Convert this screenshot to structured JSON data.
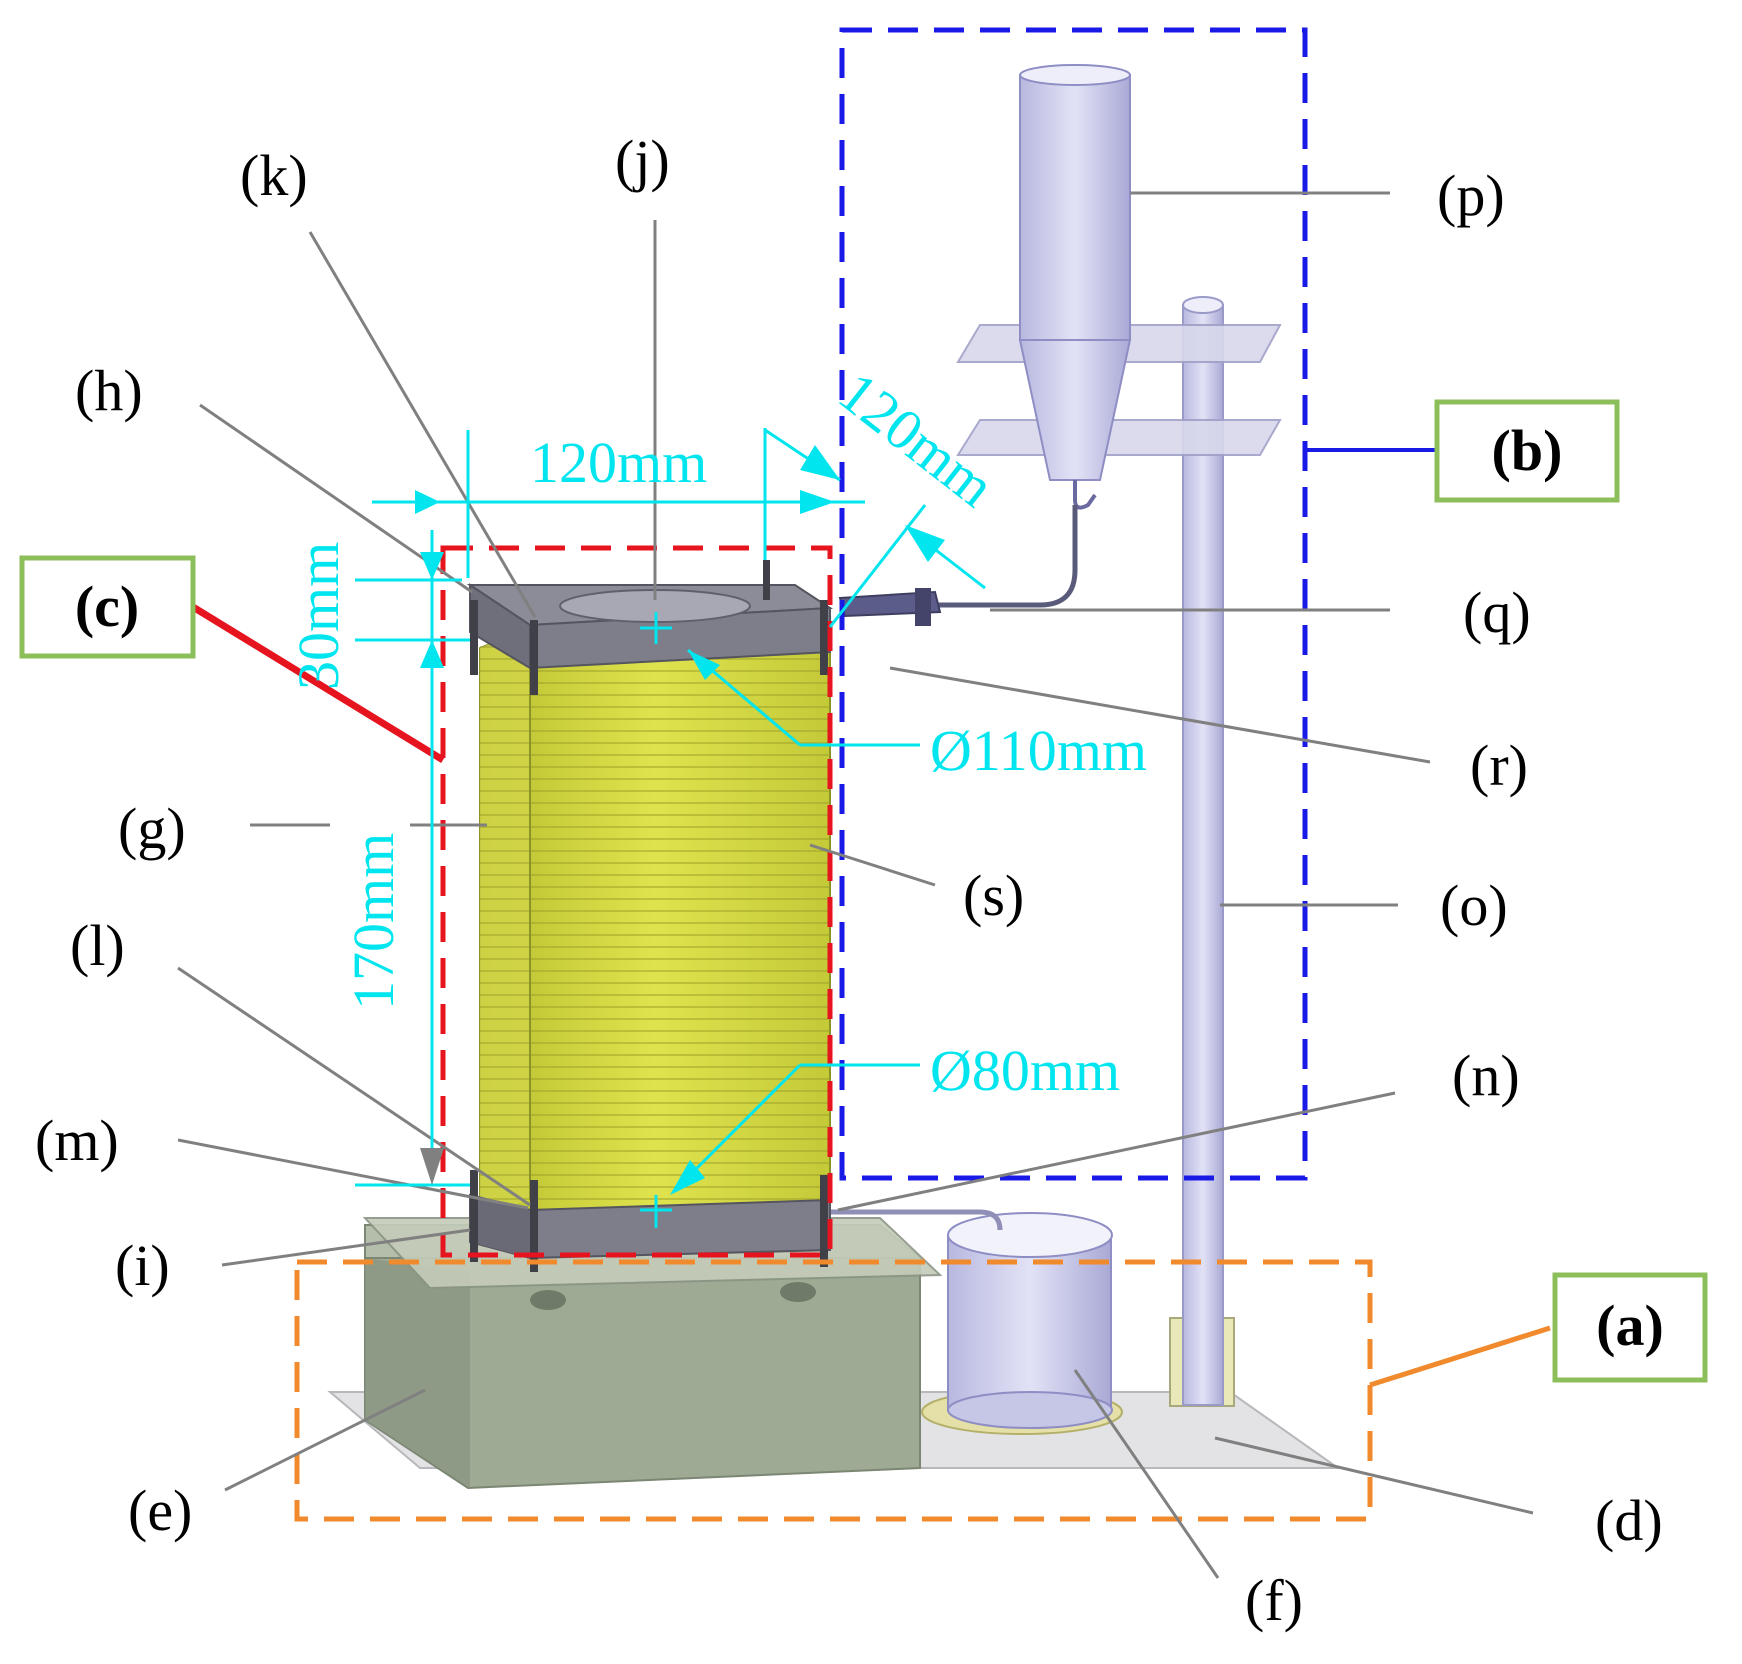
{
  "labels": {
    "a": "(a)",
    "b": "(b)",
    "c": "(c)",
    "d": "(d)",
    "e": "(e)",
    "f": "(f)",
    "g": "(g)",
    "h": "(h)",
    "i": "(i)",
    "j": "(j)",
    "k": "(k)",
    "l": "(l)",
    "m": "(m)",
    "n": "(n)",
    "o": "(o)",
    "p": "(p)",
    "q": "(q)",
    "r": "(r)",
    "s": "(s)"
  },
  "dimensions": {
    "width_top": "120mm",
    "depth_top": "120mm",
    "lid_height": "30mm",
    "column_height": "170mm",
    "top_diameter": "Ø110mm",
    "bottom_diameter": "Ø80mm"
  },
  "colors": {
    "box_a": "#f08a2c",
    "box_b": "#1a1ae6",
    "box_c": "#e6141e",
    "label_frame": "#8cbf5a",
    "dimension": "#00e5ee",
    "soil_column": "#c9cf3a",
    "leader": "#808080"
  }
}
